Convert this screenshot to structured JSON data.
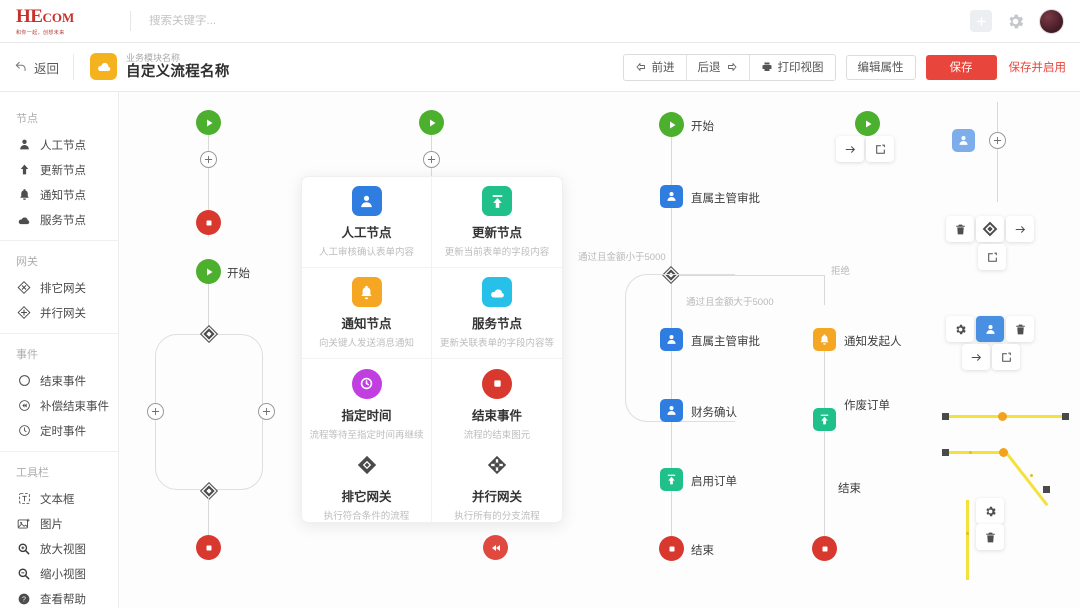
{
  "topbar": {
    "logo_main": "HE",
    "logo_small": "COM",
    "logo_tagline": "和你一起，创想未来",
    "search_placeholder": "搜索关键字...",
    "plus_icon": "plus-icon",
    "gear_icon": "gear-icon",
    "avatar_icon": "user-avatar"
  },
  "subbar": {
    "back_label": "返回",
    "module_sub": "业务模块名称",
    "flow_title": "自定义流程名称",
    "buttons": {
      "forward": "前进",
      "backward": "后退",
      "print": "打印视图",
      "edit_attrs": "编辑属性",
      "save": "保存",
      "save_enable": "保存并启用"
    }
  },
  "sidebar": {
    "groups": [
      {
        "title": "节点",
        "items": [
          {
            "label": "人工节点",
            "icon": "person-icon"
          },
          {
            "label": "更新节点",
            "icon": "up-arrow-icon"
          },
          {
            "label": "通知节点",
            "icon": "bell-icon"
          },
          {
            "label": "服务节点",
            "icon": "cloud-service-icon"
          }
        ]
      },
      {
        "title": "网关",
        "items": [
          {
            "label": "排它网关",
            "icon": "exclusive-gateway-icon"
          },
          {
            "label": "并行网关",
            "icon": "parallel-gateway-icon"
          }
        ]
      },
      {
        "title": "事件",
        "items": [
          {
            "label": "结束事件",
            "icon": "circle-outline-icon"
          },
          {
            "label": "补偿结束事件",
            "icon": "compensate-icon"
          },
          {
            "label": "定时事件",
            "icon": "clock-icon"
          }
        ]
      },
      {
        "title": "工具栏",
        "items": [
          {
            "label": "文本框",
            "icon": "textbox-icon"
          },
          {
            "label": "图片",
            "icon": "image-icon"
          },
          {
            "label": "放大视图",
            "icon": "zoom-in-icon"
          },
          {
            "label": "缩小视图",
            "icon": "zoom-out-icon"
          },
          {
            "label": "查看帮助",
            "icon": "help-icon"
          }
        ]
      }
    ]
  },
  "palette": {
    "items": [
      {
        "name": "人工节点",
        "desc": "人工审核确认表单内容",
        "icon": "person-icon",
        "color": "#2f7de0",
        "shape": "square"
      },
      {
        "name": "更新节点",
        "desc": "更新当前表单的字段内容",
        "icon": "up-arrow-icon",
        "color": "#1fc08a",
        "shape": "square"
      },
      {
        "name": "通知节点",
        "desc": "向关键人发送消息通知",
        "icon": "bell-icon",
        "color": "#f5a623",
        "shape": "square"
      },
      {
        "name": "服务节点",
        "desc": "更新关联表单的字段内容等",
        "icon": "cloud-service-icon",
        "color": "#26c0e8",
        "shape": "square"
      },
      {
        "name": "指定时间",
        "desc": "流程等待至指定时间再继续",
        "icon": "clock-icon",
        "color": "#c13fe0",
        "shape": "round"
      },
      {
        "name": "结束事件",
        "desc": "流程的结束图元",
        "icon": "stop-icon",
        "color": "#d9382e",
        "shape": "round"
      },
      {
        "name": "排它网关",
        "desc": "执行符合条件的流程",
        "icon": "exclusive-gateway-icon",
        "color": "#4a4a4a",
        "shape": "plain"
      },
      {
        "name": "并行网关",
        "desc": "执行所有的分支流程",
        "icon": "parallel-gateway-icon",
        "color": "#4a4a4a",
        "shape": "plain"
      }
    ]
  },
  "canvas": {
    "flow_a": {
      "start_icon": "play-icon",
      "end_icon": "stop-icon",
      "start_label": "开始"
    },
    "flow_main": {
      "start_label": "开始",
      "node1_label": "直属主管审批",
      "edge1_label": "通过且金额小于5000",
      "edge2_label": "通过且金额大于5000",
      "edge3_label": "拒绝",
      "node2_label": "直属主管审批",
      "node3_label": "财务确认",
      "node4_label": "启用订单",
      "end_label": "结束",
      "branch_notify_label": "通知发起人",
      "branch_void_label": "作废订单",
      "branch_end_label": "结束"
    },
    "icons": {
      "arrow_right": "arrow-right-icon",
      "copy_add": "copy-add-icon",
      "trash": "trash-icon",
      "gear": "gear-icon",
      "gateway": "parallel-gateway-icon",
      "person": "person-icon",
      "rewind": "rewind-icon"
    },
    "colors": {
      "start_green": "#4caf2e",
      "end_red": "#d9382e",
      "person_blue": "#2f7de0",
      "notify_orange": "#f5a623",
      "update_green": "#1fc08a",
      "selected_yellow": "#f2e23a",
      "handle_orange": "#f2a21c"
    }
  }
}
